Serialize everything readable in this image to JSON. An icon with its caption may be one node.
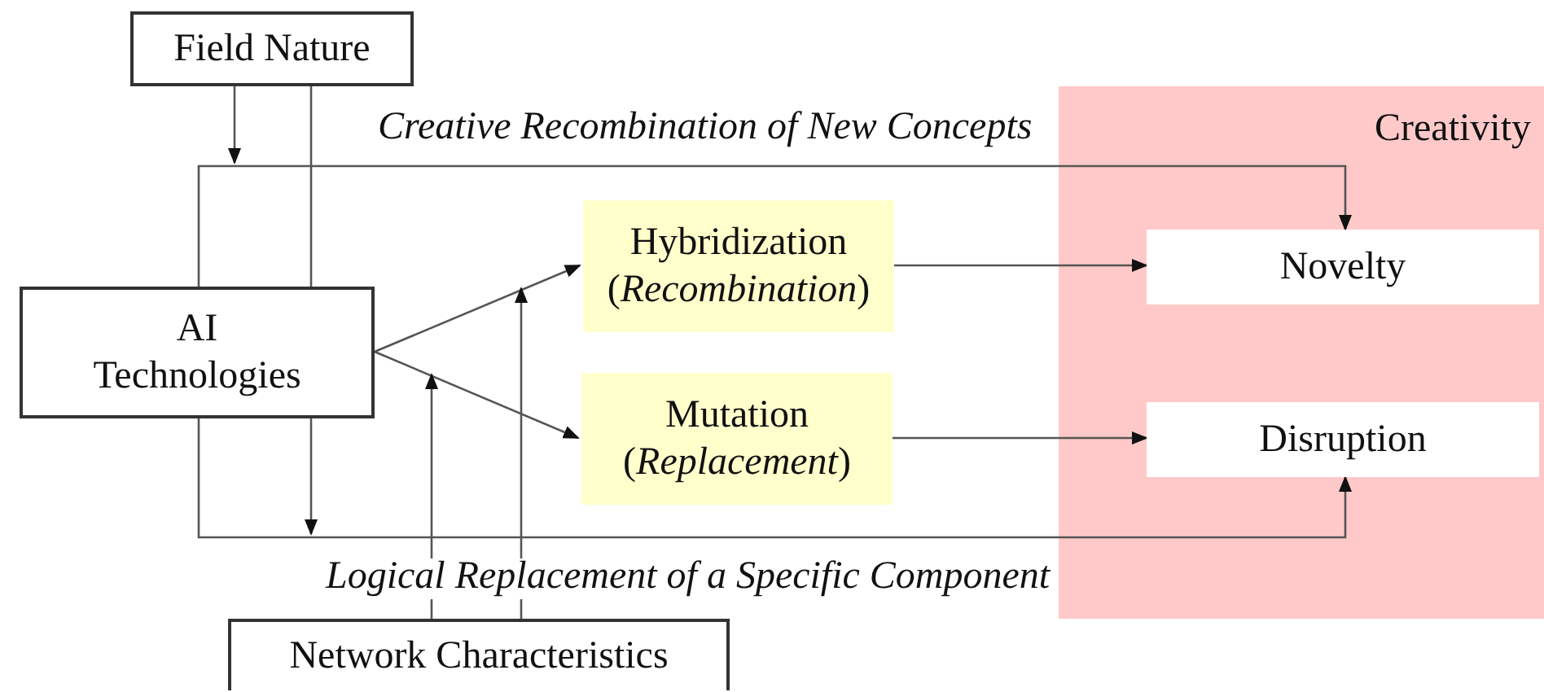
{
  "diagram": {
    "nodes": [
      {
        "text": [
          "Field Nature"
        ]
      },
      {
        "text": [
          "AI Technologies"
        ]
      },
      {
        "text": [
          "Hybridization (*Recombination*)"
        ]
      },
      {
        "text": [
          "Mutation (*Replacement*)"
        ]
      },
      {
        "text": [
          "Creativity"
        ]
      },
      {
        "text": [
          "Novelty"
        ],
        "in": 4
      },
      {
        "text": [
          "Disruption"
        ],
        "in": 4
      },
      {
        "text": [
          "Network Characteristics"
        ]
      }
    ],
    "edges": [
      {
        "from": 0,
        "to": null,
        "arrow": "to"
      },
      {
        "from": 0,
        "to": null,
        "arrow": "to"
      },
      {
        "from": 1,
        "to": 5,
        "arrow": "to",
        "label": "Creative Recombination of New Concepts"
      },
      {
        "from": 1,
        "to": 2,
        "arrow": "to"
      },
      {
        "from": 1,
        "to": 3,
        "arrow": "to"
      },
      {
        "from": 2,
        "to": 5,
        "arrow": "to"
      },
      {
        "from": 3,
        "to": 6,
        "arrow": "to"
      },
      {
        "from": 1,
        "to": 6,
        "arrow": "to",
        "label": "Logical Replacement of a Specific Component"
      },
      {
        "from": 7,
        "to": null,
        "arrow": "to"
      },
      {
        "from": 7,
        "to": null,
        "arrow": "to"
      }
    ]
  }
}
